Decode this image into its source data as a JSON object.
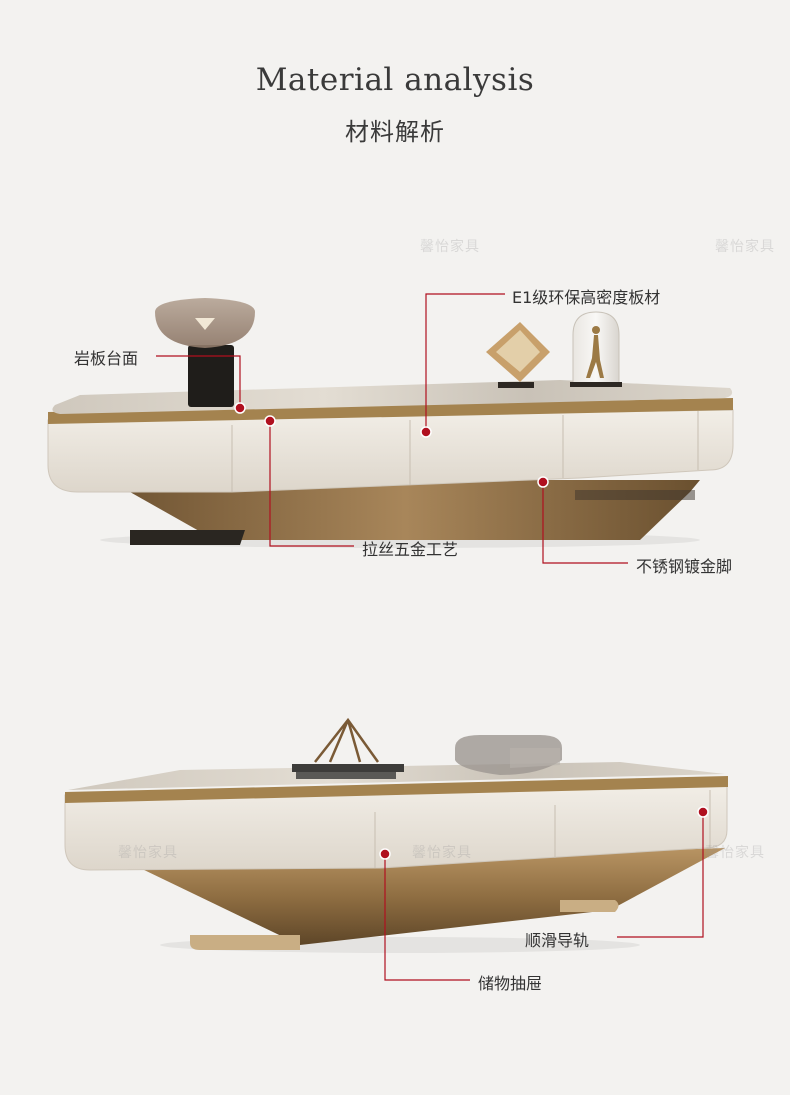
{
  "title": {
    "english": "Material analysis",
    "chinese": "材料解析"
  },
  "watermark": "馨怡家具",
  "colors": {
    "background": "#f3f2f0",
    "callout_dot": "#b0101f",
    "callout_line": "#b0101f",
    "cabinet_body": "#e9e4dc",
    "gold_base": "#8a6a3c",
    "marble_top": "#d8d2c8"
  },
  "top_product": {
    "callouts": {
      "slate_top": "岩板台面",
      "e1_board": "E1级环保高密度板材",
      "brushed_hardware": "拉丝五金工艺",
      "gold_feet": "不锈钢镀金脚"
    }
  },
  "bottom_product": {
    "callouts": {
      "smooth_rail": "顺滑导轨",
      "storage_drawer": "储物抽屉"
    }
  }
}
